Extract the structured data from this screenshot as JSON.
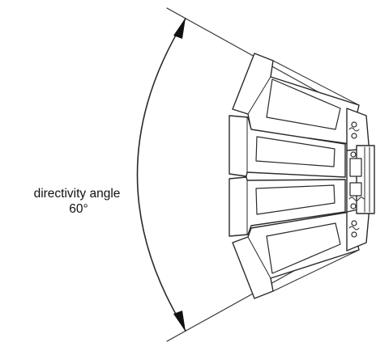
{
  "annotation": {
    "line1": "directivity angle",
    "line2": "60°"
  },
  "array": {
    "module_count": 4,
    "splay_total_deg": 60
  }
}
